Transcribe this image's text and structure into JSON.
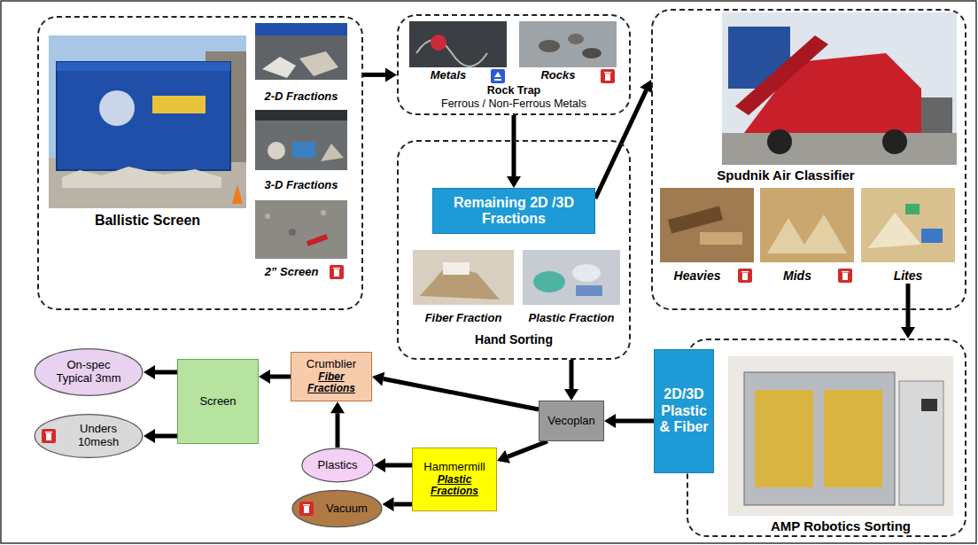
{
  "diagram": {
    "nodes": [
      {
        "text": [
          "Ballistic Screen"
        ]
      },
      {
        "text": [
          "2-D Fractions"
        ],
        "in": 0
      },
      {
        "text": [
          "3-D Fractions"
        ],
        "in": 0
      },
      {
        "text": [
          "2” Screen"
        ],
        "in": 0
      },
      {
        "text": [
          "Rock Trap",
          "Ferrous / Non-Ferrous Metals"
        ]
      },
      {
        "text": [
          "Metals"
        ],
        "in": 4
      },
      {
        "text": [
          "Rocks"
        ],
        "in": 4
      },
      {
        "text": [
          "Hand Sorting"
        ]
      },
      {
        "text": [
          "Remaining 2D /3D Fractions"
        ],
        "in": 7
      },
      {
        "text": [
          "Fiber Fraction"
        ],
        "in": 7
      },
      {
        "text": [
          "Plastic Fraction"
        ],
        "in": 7
      },
      {
        "text": [
          "Spudnik Air Classifier"
        ]
      },
      {
        "text": [
          "Heavies"
        ],
        "in": 11
      },
      {
        "text": [
          "Mids"
        ],
        "in": 11
      },
      {
        "text": [
          "Lites"
        ],
        "in": 11
      },
      {
        "text": [
          "AMP Robotics Sorting"
        ]
      },
      {
        "text": [
          "2D/3D Plastic & Fiber"
        ],
        "in": 15
      },
      {
        "text": [
          "Vecoplan"
        ]
      },
      {
        "text": [
          "Crumblier",
          "Fiber Fractions"
        ]
      },
      {
        "text": [
          "Hammermill",
          "Plastic Fractions"
        ]
      },
      {
        "text": [
          "Screen"
        ]
      },
      {
        "text": [
          "On-spec Typical 3mm"
        ]
      },
      {
        "text": [
          "Unders 10mesh"
        ]
      },
      {
        "text": [
          "Plastics"
        ]
      },
      {
        "text": [
          "Vacuum"
        ]
      }
    ],
    "edges": [
      {
        "from": 0,
        "to": 4,
        "arrow": "to"
      },
      {
        "from": 4,
        "to": 8,
        "arrow": "to"
      },
      {
        "from": 8,
        "to": 11,
        "arrow": "to"
      },
      {
        "from": 14,
        "to": 15,
        "arrow": "to"
      },
      {
        "from": 7,
        "to": 17,
        "arrow": "to"
      },
      {
        "from": 16,
        "to": 17,
        "arrow": "to"
      },
      {
        "from": 17,
        "to": 18,
        "arrow": "to"
      },
      {
        "from": 17,
        "to": 19,
        "arrow": "to"
      },
      {
        "from": 19,
        "to": 23,
        "arrow": "to"
      },
      {
        "from": 19,
        "to": 24,
        "arrow": "to"
      },
      {
        "from": 23,
        "to": 18,
        "arrow": "to"
      },
      {
        "from": 18,
        "to": 20,
        "arrow": "to"
      },
      {
        "from": 20,
        "to": 21,
        "arrow": "to"
      },
      {
        "from": 20,
        "to": 22,
        "arrow": "to"
      }
    ]
  }
}
